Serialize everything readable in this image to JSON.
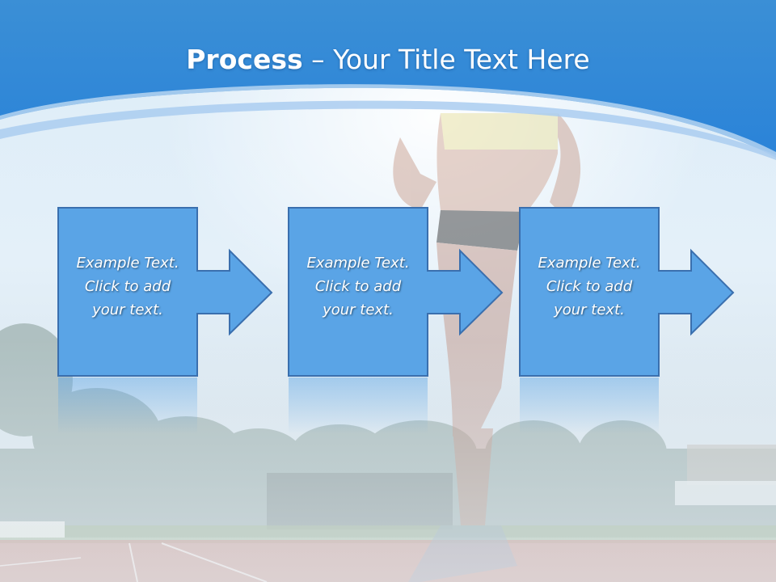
{
  "slide": {
    "title_bold": "Process",
    "title_dash": " – ",
    "title_rest": "Your Title Text Here",
    "colors": {
      "header_blue": "#2f88d8",
      "box_fill": "#5aa4e6",
      "box_border": "#3a6fae",
      "track_red": "#c98a80"
    },
    "steps": [
      {
        "line1": "Example Text.",
        "line2": "Click  to add",
        "line3": "your text."
      },
      {
        "line1": "Example Text.",
        "line2": "Click  to add",
        "line3": "your text."
      },
      {
        "line1": "Example Text.",
        "line2": "Click  to add",
        "line3": "your text."
      }
    ]
  }
}
